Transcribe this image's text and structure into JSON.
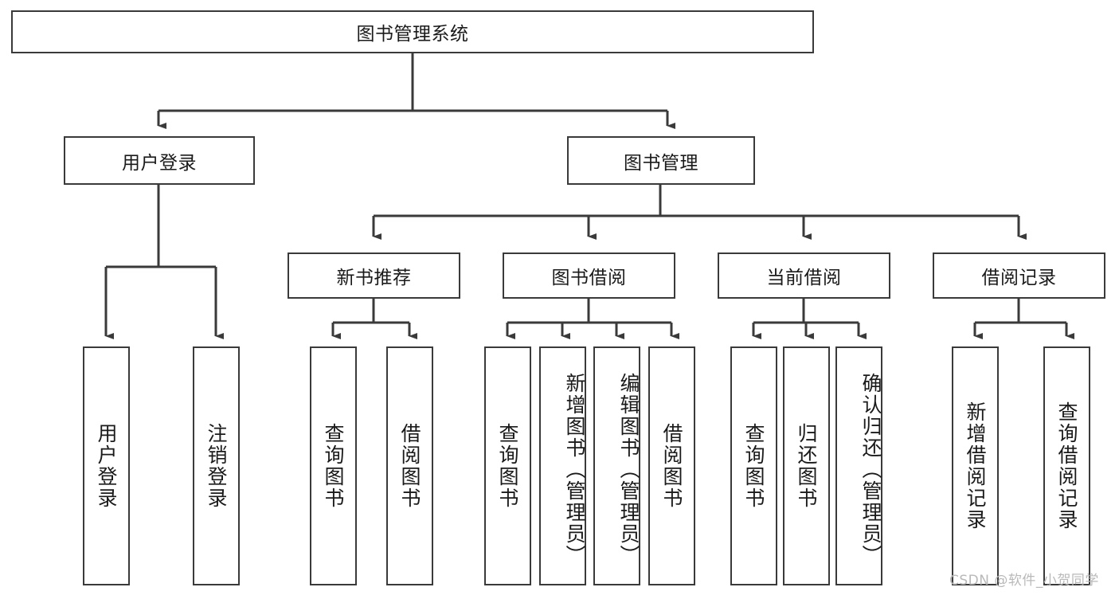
{
  "diagram": {
    "type": "tree-hierarchy",
    "title": "图书管理系统",
    "root": {
      "label": "图书管理系统"
    },
    "level2": [
      {
        "label": "用户登录"
      },
      {
        "label": "图书管理"
      }
    ],
    "level3": [
      {
        "label": "新书推荐"
      },
      {
        "label": "图书借阅"
      },
      {
        "label": "当前借阅"
      },
      {
        "label": "借阅记录"
      }
    ],
    "leaves": {
      "user_login": [
        {
          "label": "用户登录"
        },
        {
          "label": "注销登录"
        }
      ],
      "new_book_recommend": [
        {
          "label": "查询图书"
        },
        {
          "label": "借阅图书"
        }
      ],
      "book_borrow": [
        {
          "label": "查询图书"
        },
        {
          "label": "新增图书（管理员）"
        },
        {
          "label": "编辑图书（管理员）"
        },
        {
          "label": "借阅图书"
        }
      ],
      "current_borrow": [
        {
          "label": "查询图书"
        },
        {
          "label": "归还图书"
        },
        {
          "label": "确认归还（管理员）"
        }
      ],
      "borrow_record": [
        {
          "label": "新增借阅记录"
        },
        {
          "label": "查询借阅记录"
        }
      ]
    },
    "watermark": "CSDN @软件_小贺同学",
    "colors": {
      "stroke": "#3a3a3a",
      "background": "#ffffff",
      "text": "#1a1a1a",
      "watermark": "#b9b9b9"
    }
  }
}
